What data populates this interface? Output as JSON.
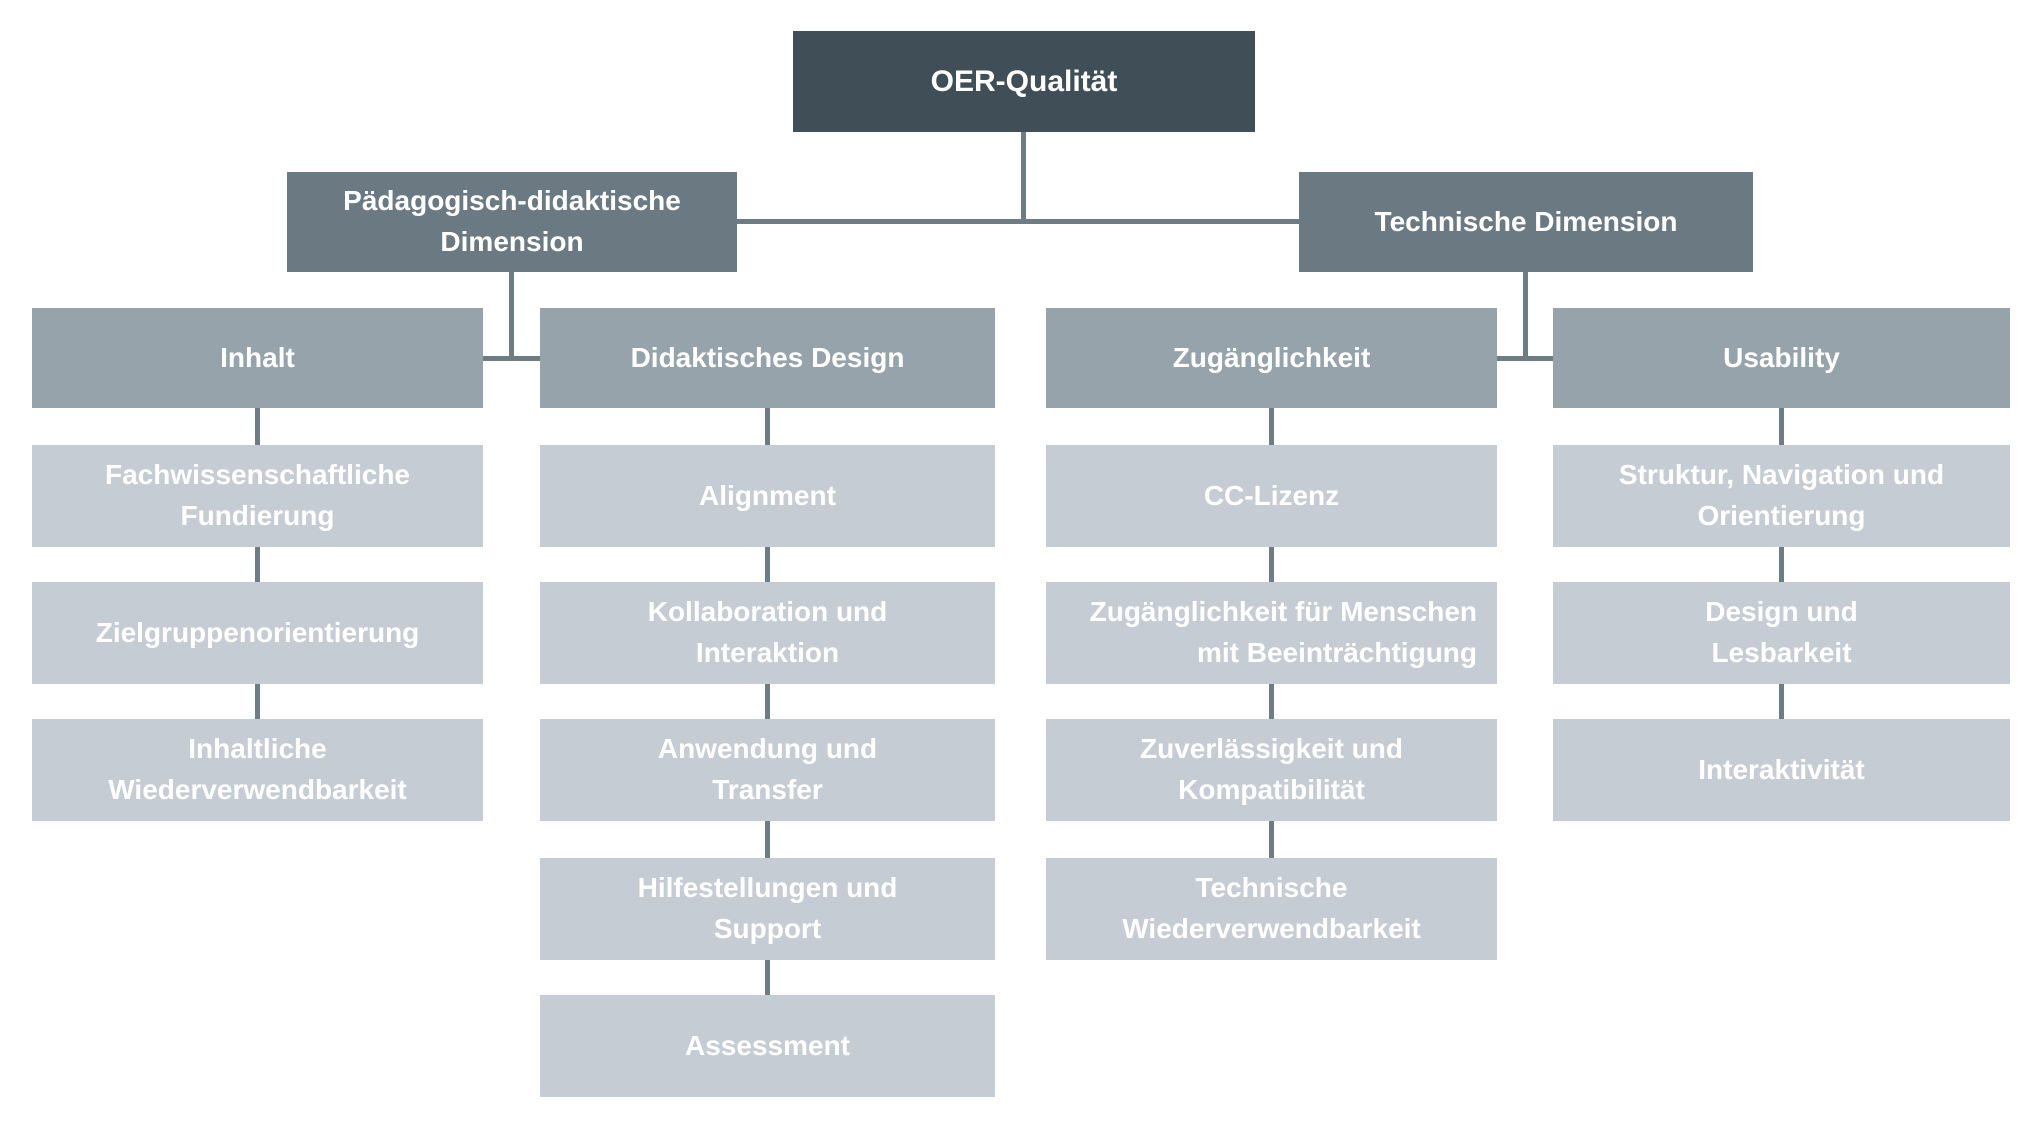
{
  "diagram": {
    "root": {
      "label": "OER-Qualität"
    },
    "branches": [
      {
        "label": "Pädagogisch-didaktische\nDimension",
        "columns": [
          {
            "label": "Inhalt",
            "items": [
              "Fachwissenschaftliche\nFundierung",
              "Zielgruppenorientierung",
              "Inhaltliche\nWiederverwendbarkeit"
            ]
          },
          {
            "label": "Didaktisches Design",
            "items": [
              "Alignment",
              "Kollaboration und\nInteraktion",
              "Anwendung und\nTransfer",
              "Hilfestellungen und\nSupport",
              "Assessment"
            ]
          }
        ]
      },
      {
        "label": "Technische Dimension",
        "columns": [
          {
            "label": "Zugänglichkeit",
            "items": [
              "CC-Lizenz",
              "Zugänglichkeit für Menschen\nmit Beeinträchtigung",
              "Zuverlässigkeit und\nKompatibilität",
              "Technische\nWiederverwendbarkeit"
            ]
          },
          {
            "label": "Usability",
            "items": [
              "Struktur, Navigation und\nOrientierung",
              "Design und\nLesbarkeit",
              "Interaktivität"
            ]
          }
        ]
      }
    ]
  },
  "colors": {
    "root_fill": "#3F4E57",
    "dimension_fill": "#6B7A82",
    "category_fill": "#97A3AB",
    "item_fill": "#C5CCD3",
    "connector": "#6E7D85",
    "text": "#FFFFFF",
    "background": "#FFFFFF"
  }
}
